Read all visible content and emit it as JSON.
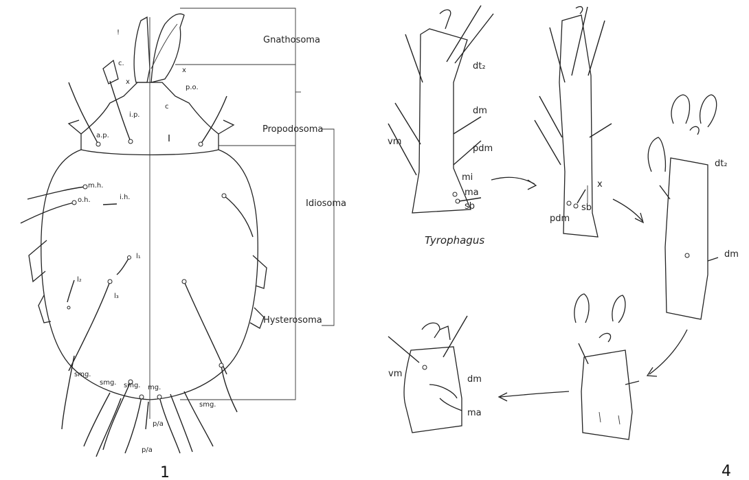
{
  "figure_1": {
    "number": "1",
    "regions": {
      "gnathosoma": "Gnathosoma",
      "propodosoma": "Propodosoma",
      "idiosoma": "Idiosoma",
      "hysterosoma": "Hysterosoma"
    },
    "setae": {
      "c_left": "c.",
      "x_left": "x",
      "c_right": "c",
      "x_right": "x",
      "po": "p.o.",
      "ip": "i.p.",
      "ap": "a.p.",
      "mh": "m.h.",
      "oh": "o.h.",
      "ih": "i.h.",
      "l1": "l₁",
      "l2": "l₂",
      "l3": "l₃",
      "smg1": "smg.",
      "smg2": "smg.",
      "smg3": "smg.",
      "smg4": "smg.",
      "mg": "mg.",
      "pa1": "p/a",
      "pa2": "p/a",
      "tip": "!"
    }
  },
  "figure_4": {
    "number": "4",
    "genus": "Tyrophagus",
    "labels": {
      "dt2_a": "dt₂",
      "dm_a": "dm",
      "vm_a": "vm",
      "pdm_a": "pdm",
      "mi_a": "mi",
      "ma_a": "ma",
      "sb_a": "sb",
      "x_b": "x",
      "pdm_b": "pdm",
      "sb_b": "sb",
      "dt2_c": "dt₂",
      "dm_c": "dm",
      "vm_e": "vm",
      "dm_e": "dm",
      "ma_e": "ma"
    }
  },
  "colors": {
    "ink": "#222222",
    "paper": "#ffffff"
  }
}
